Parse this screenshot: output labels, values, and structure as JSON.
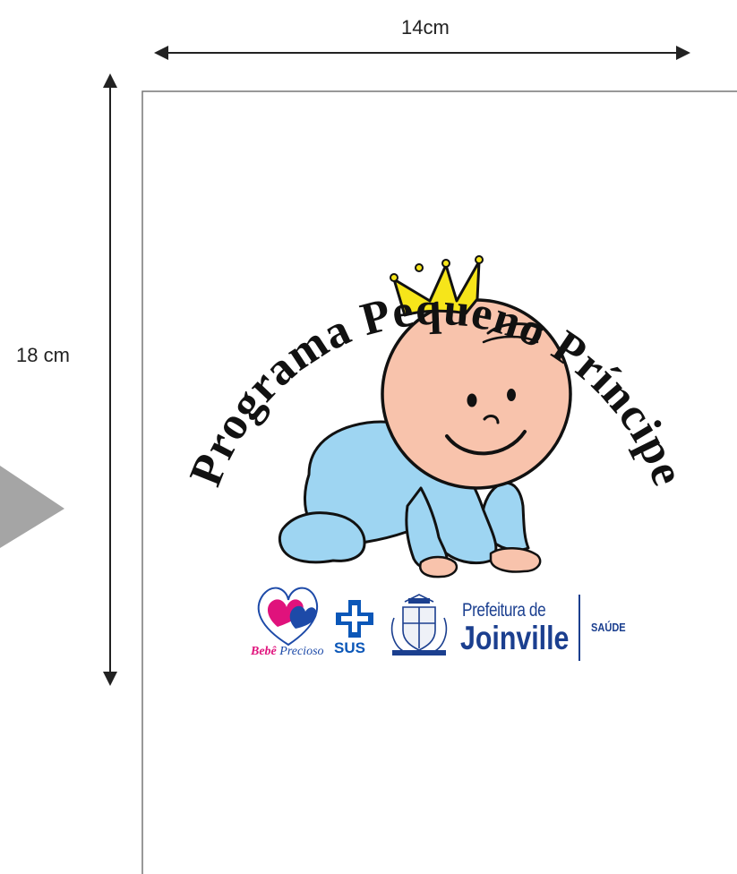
{
  "dimensions": {
    "width_label": "14cm",
    "height_label": "18 cm"
  },
  "sticker": {
    "arc_title": "Programa Pequeno Príncipe",
    "illustration": "crawling-baby-with-crown"
  },
  "logos": {
    "bebe_precioso_a": "Bebê",
    "bebe_precioso_b": "Precioso",
    "sus": "SUS",
    "prefeitura_line1": "Prefeitura de",
    "prefeitura_line2": "Joinville",
    "saude": "SAÚDE"
  },
  "colors": {
    "baby_suit": "#9ed5f2",
    "skin": "#f8c3ac",
    "crown": "#f6e51a",
    "magenta": "#e0127c",
    "navy": "#1b3f8f",
    "sus_blue": "#0b57b8",
    "arrow_gray": "#a5a5a5"
  }
}
